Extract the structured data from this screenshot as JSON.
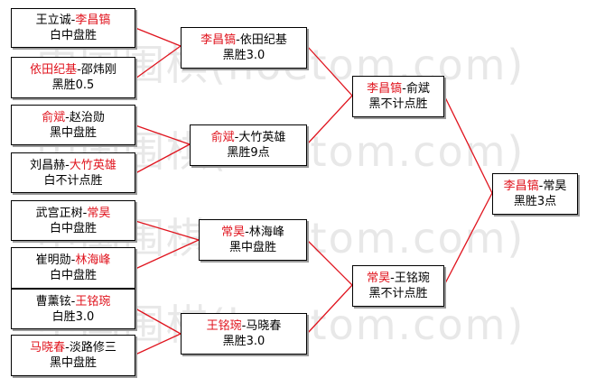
{
  "watermark": "中国围棋(hoetom.com)",
  "colors": {
    "winner": "#e0141e",
    "line": "#e0141e",
    "border": "#000000"
  },
  "round1": [
    {
      "a": "王立诚",
      "sep": "-",
      "b": "李昌镐",
      "winner": "b",
      "result": "白中盘胜"
    },
    {
      "a": "依田纪基",
      "sep": "-",
      "b": "邵炜刚",
      "winner": "a",
      "result": "黑胜0.5"
    },
    {
      "a": "俞斌",
      "sep": "-",
      "b": "赵治勋",
      "winner": "a",
      "result": "黑中盘胜"
    },
    {
      "a": "刘昌赫",
      "sep": "-",
      "b": "大竹英雄",
      "winner": "b",
      "result": "白不计点胜"
    },
    {
      "a": "武宫正树",
      "sep": "-",
      "b": "常昊",
      "winner": "b",
      "result": "白中盘胜"
    },
    {
      "a": "崔明勋",
      "sep": "-",
      "b": "林海峰",
      "winner": "b",
      "result": "白中盘胜"
    },
    {
      "a": "曹薰铉",
      "sep": "-",
      "b": "王铭琬",
      "winner": "b",
      "result": "白胜3.0"
    },
    {
      "a": "马晓春",
      "sep": "-",
      "b": "淡路修三",
      "winner": "a",
      "result": "黑中盘胜"
    }
  ],
  "round2": [
    {
      "a": "李昌镐",
      "sep": "-",
      "b": "依田纪基",
      "winner": "a",
      "result": "黑胜3.0"
    },
    {
      "a": "俞斌",
      "sep": "-",
      "b": "大竹英雄",
      "winner": "a",
      "result": "黑胜9点"
    },
    {
      "a": "常昊",
      "sep": "-",
      "b": "林海峰",
      "winner": "a",
      "result": "黑中盘胜"
    },
    {
      "a": "王铭琬",
      "sep": "-",
      "b": "马晓春",
      "winner": "a",
      "result": "黑胜3.0"
    }
  ],
  "semifinal": [
    {
      "a": "李昌镐",
      "sep": "-",
      "b": "俞斌",
      "winner": "a",
      "result": "黑不计点胜"
    },
    {
      "a": "常昊",
      "sep": "-",
      "b": "王铭琬",
      "winner": "a",
      "result": "黑不计点胜"
    }
  ],
  "final": [
    {
      "a": "李昌镐",
      "sep": "-",
      "b": "常昊",
      "winner": "a",
      "result": "黑胜3点"
    }
  ]
}
